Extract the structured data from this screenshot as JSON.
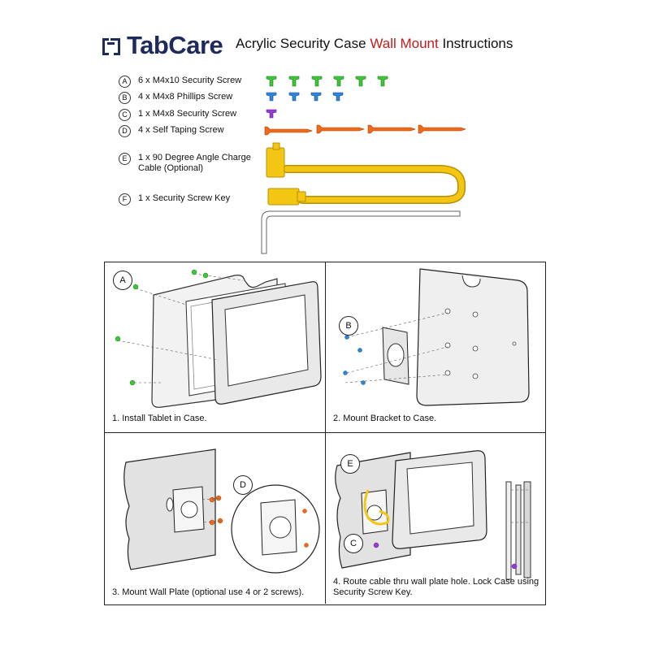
{
  "header": {
    "brand_name": "TabCare",
    "title_prefix": "Acrylic Security Case ",
    "title_accent": "Wall Mount",
    "title_suffix": " Instructions"
  },
  "parts": [
    {
      "label": "A",
      "text": "6 x M4x10 Security Screw",
      "icon": "security-screw-icon",
      "color": "#3fc43a"
    },
    {
      "label": "B",
      "text": "4 x M4x8 Phillips Screw",
      "icon": "phillips-screw-icon",
      "color": "#2f86d8"
    },
    {
      "label": "C",
      "text": "1 x M4x8 Security Screw",
      "icon": "security-screw-icon",
      "color": "#9a3ad6"
    },
    {
      "label": "D",
      "text": "4 x Self Taping Screw",
      "icon": "self-tapping-screw-icon",
      "color": "#f06a1a"
    },
    {
      "label": "E",
      "text": "1 x 90 Degree Angle Charge\nCable (Optional)",
      "icon": "charge-cable-icon",
      "color": "#f3c613"
    },
    {
      "label": "F",
      "text": "1 x Security Screw Key",
      "icon": "screw-key-icon",
      "color": "#cccccc"
    }
  ],
  "steps": [
    {
      "caption": "1. Install Tablet in Case.",
      "callouts": [
        "A"
      ]
    },
    {
      "caption": "2. Mount Bracket to Case.",
      "callouts": [
        "B"
      ]
    },
    {
      "caption": "3. Mount Wall Plate (optional use 4 or 2 screws).",
      "callouts": [
        "D"
      ]
    },
    {
      "caption": "4. Route cable thru wall plate hole. Lock Case using Security Screw Key.",
      "callouts": [
        "E",
        "C"
      ]
    }
  ]
}
